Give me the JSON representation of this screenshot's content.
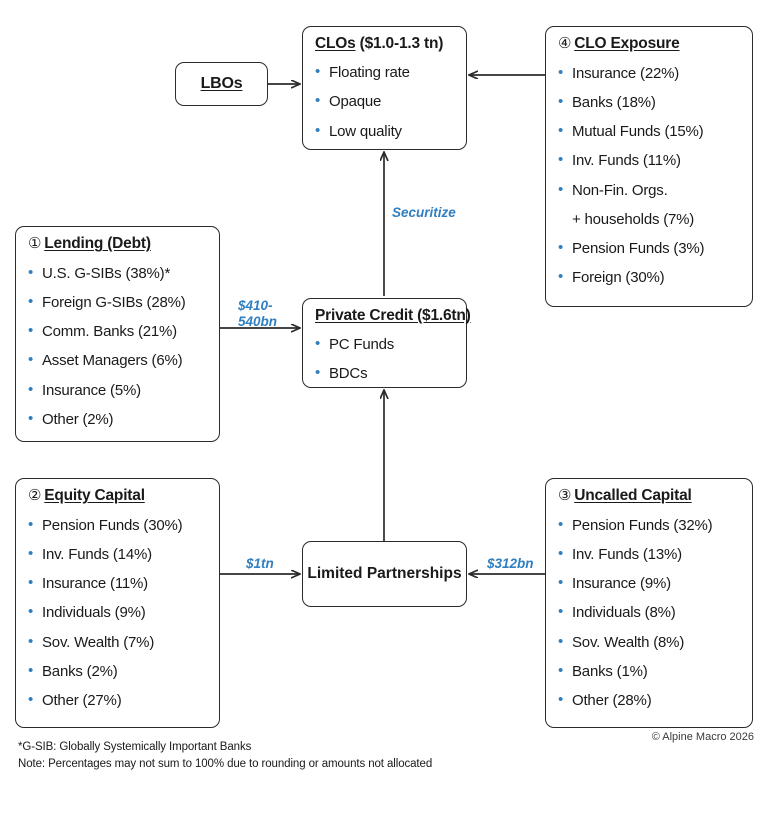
{
  "diagram": {
    "accent_blue": "#2f7fc1",
    "line_color": "#2b2b2b",
    "boxes": {
      "lbos": {
        "title": "LBOs"
      },
      "clos": {
        "title_underlined": "CLOs",
        "title_rest": " ($1.0-1.3 tn)",
        "items": [
          "Floating rate",
          "Opaque",
          "Low quality"
        ]
      },
      "clo_exposure": {
        "number": "④",
        "title": "CLO Exposure",
        "items": [
          "Insurance (22%)",
          "Banks (18%)",
          "Mutual Funds (15%)",
          "Inv. Funds (11%)",
          "Non-Fin. Orgs.",
          "+ households (7%)",
          "Pension Funds (3%)",
          "Foreign (30%)"
        ]
      },
      "lending": {
        "number": "①",
        "title": "Lending (Debt)",
        "items": [
          "U.S. G-SIBs (38%)*",
          "Foreign G-SIBs (28%)",
          "Comm. Banks (21%)",
          "Asset Managers (6%)",
          "Insurance (5%)",
          "Other (2%)"
        ]
      },
      "private_credit": {
        "title": "Private Credit ($1.6tn)",
        "items": [
          "PC Funds",
          "BDCs"
        ]
      },
      "equity_capital": {
        "number": "②",
        "title": "Equity Capital",
        "items": [
          "Pension Funds (30%)",
          "Inv. Funds (14%)",
          "Insurance (11%)",
          "Individuals (9%)",
          "Sov. Wealth (7%)",
          "Banks (2%)",
          "Other (27%)"
        ]
      },
      "uncalled_capital": {
        "number": "③",
        "title": "Uncalled Capital",
        "items": [
          "Pension Funds (32%)",
          "Inv. Funds (13%)",
          "Insurance (9%)",
          "Individuals (8%)",
          "Sov. Wealth (8%)",
          "Banks (1%)",
          "Other (28%)"
        ]
      },
      "limited_partnerships": {
        "title": "Limited\nPartnerships"
      }
    },
    "edge_labels": {
      "securitize": "Securitize",
      "lending_to_private_credit": "$410-\n540bn",
      "equity_to_lp": "$1tn",
      "uncalled_to_lp": "$312bn"
    },
    "footnotes": {
      "gsib": "*G-SIB: Globally Systemically Important Banks",
      "note": "Note: Percentages may not sum to 100% due to rounding or amounts not allocated"
    },
    "copyright": "© Alpine Macro 2026"
  }
}
